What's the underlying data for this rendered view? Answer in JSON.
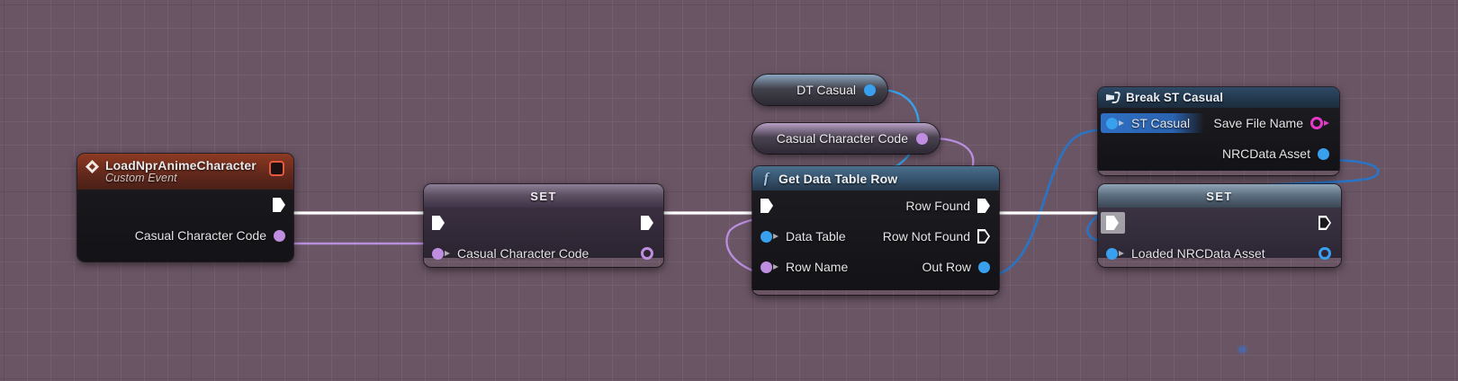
{
  "graph": {
    "background_color": "#6a5565",
    "grid_minor_color": "rgba(255,255,255,0.055)",
    "grid_major_color": "rgba(0,0,0,0.20)"
  },
  "colors": {
    "exec_white": "#ffffff",
    "object_blue": "#38a0ec",
    "name_purple": "#c08ee0",
    "string_magenta": "#e838c8",
    "event_red": "#8e3a22",
    "function_blue": "#34526c"
  },
  "nodes": {
    "event": {
      "title": "LoadNprAnimeCharacter",
      "subtitle": "Custom Event",
      "icon": "event-diamond-icon",
      "delegate_pin": "delegate-output-icon",
      "outputs": [
        {
          "label": "",
          "type": "exec"
        },
        {
          "label": "Casual Character Code",
          "type": "name",
          "color": "#c08ee0"
        }
      ]
    },
    "set_casual_character_code": {
      "title": "SET",
      "inputs": [
        {
          "label": "",
          "type": "exec"
        },
        {
          "label": "Casual Character Code",
          "type": "name",
          "color": "#c08ee0"
        }
      ],
      "outputs": [
        {
          "label": "",
          "type": "exec"
        },
        {
          "label": "",
          "type": "name",
          "color": "#c08ee0",
          "filled": false
        }
      ]
    },
    "getter_dt_casual": {
      "title": "DT Casual",
      "pin_type": "object",
      "pin_color": "#38a0ec"
    },
    "getter_casual_character_code": {
      "title": "Casual Character Code",
      "pin_type": "name",
      "pin_color": "#c08ee0"
    },
    "get_data_table_row": {
      "title": "Get Data Table Row",
      "icon": "function-f-icon",
      "inputs": [
        {
          "label": "",
          "type": "exec"
        },
        {
          "label": "Data Table",
          "type": "object",
          "color": "#38a0ec"
        },
        {
          "label": "Row Name",
          "type": "name",
          "color": "#c08ee0"
        }
      ],
      "outputs": [
        {
          "label": "Row Found",
          "type": "exec",
          "filled": true
        },
        {
          "label": "Row Not Found",
          "type": "exec",
          "filled": false
        },
        {
          "label": "Out Row",
          "type": "struct",
          "color": "#38a0ec"
        }
      ]
    },
    "break_st_casual": {
      "title": "Break ST Casual",
      "icon": "break-struct-icon",
      "inputs": [
        {
          "label": "ST Casual",
          "type": "struct",
          "color": "#38a0ec",
          "highlighted": true
        }
      ],
      "outputs": [
        {
          "label": "Save File Name",
          "type": "string",
          "color": "#e838c8",
          "filled": false
        },
        {
          "label": "NRCData Asset",
          "type": "object",
          "color": "#38a0ec",
          "filled": true
        }
      ]
    },
    "set_loaded_nrcdata_asset": {
      "title": "SET",
      "inputs": [
        {
          "label": "",
          "type": "exec",
          "highlighted": true
        },
        {
          "label": "Loaded NRCData Asset",
          "type": "object",
          "color": "#38a0ec"
        }
      ],
      "outputs": [
        {
          "label": "",
          "type": "exec",
          "filled": false
        },
        {
          "label": "",
          "type": "object",
          "color": "#38a0ec",
          "filled": false
        }
      ]
    }
  }
}
